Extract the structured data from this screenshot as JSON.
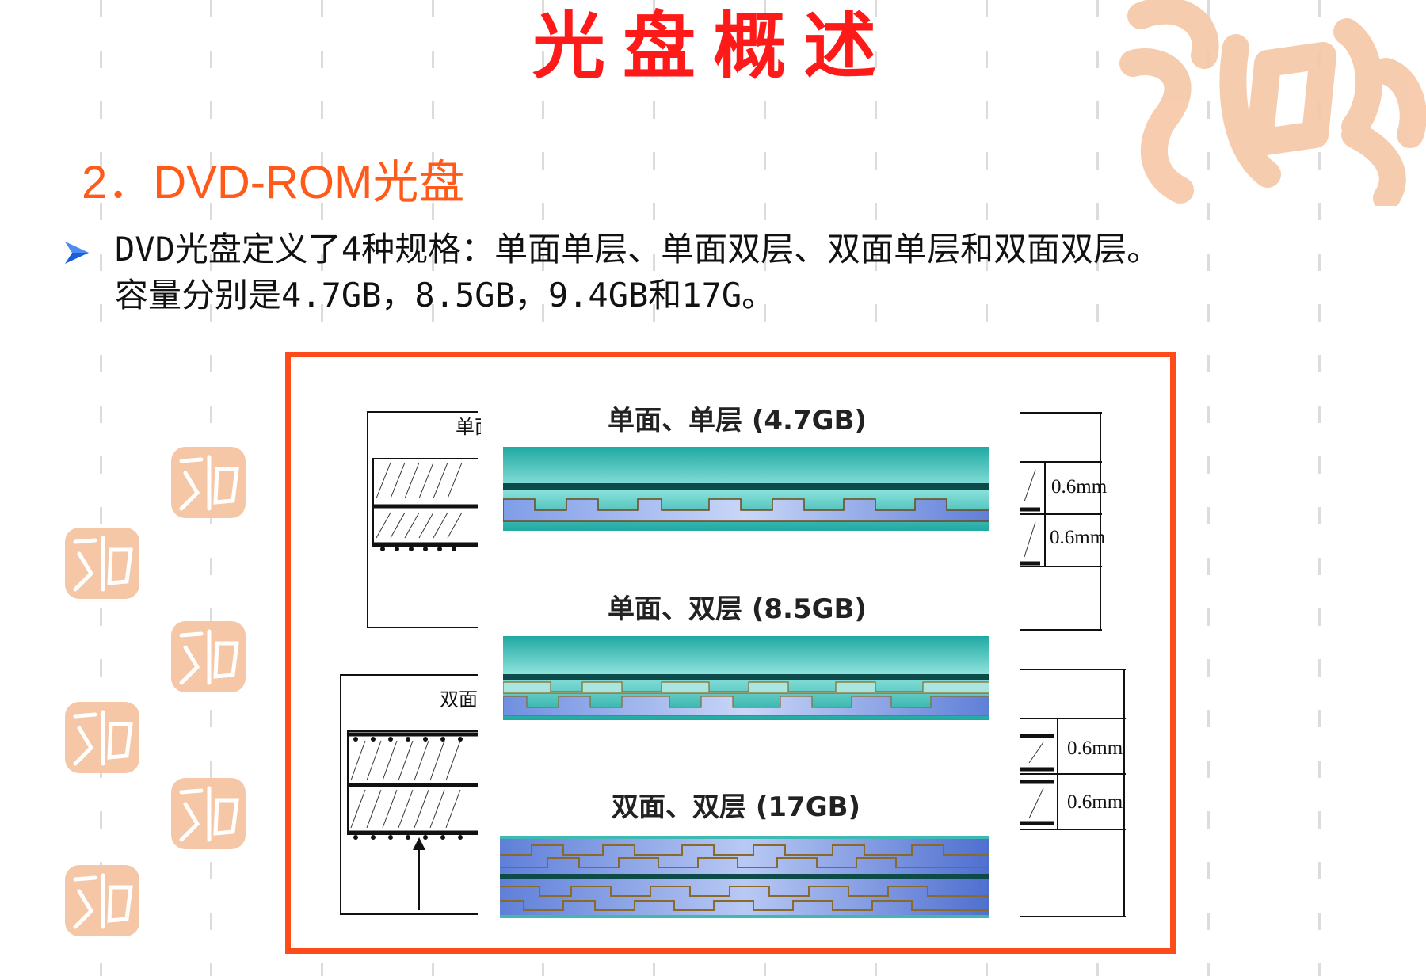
{
  "title": "光盘概述",
  "subtitle": "2．DVD-ROM光盘",
  "bullet": {
    "line1": "DVD光盘定义了4种规格：单面单层、单面双层、双面单层和双面双层。",
    "line2": "容量分别是4.7GB，8.5GB，9.4GB和17G。"
  },
  "figure": {
    "panels": [
      {
        "label": "单面、单层 (4.7GB)"
      },
      {
        "label": "单面、双层 (8.5GB)"
      },
      {
        "label": "双面、双层 (17GB)"
      }
    ],
    "left_top_label": "单面",
    "left_bottom_label": "双面",
    "dims": [
      "0.6mm",
      "0.6mm",
      "0.6mm",
      "0.6mm"
    ]
  },
  "colors": {
    "title": "#ff1a1a",
    "subtitle": "#ff5a1a",
    "frame": "#ff4a1a",
    "seal": "#f6c7a6",
    "teal": "#2fbfb6",
    "blue": "#5b7fd9"
  }
}
